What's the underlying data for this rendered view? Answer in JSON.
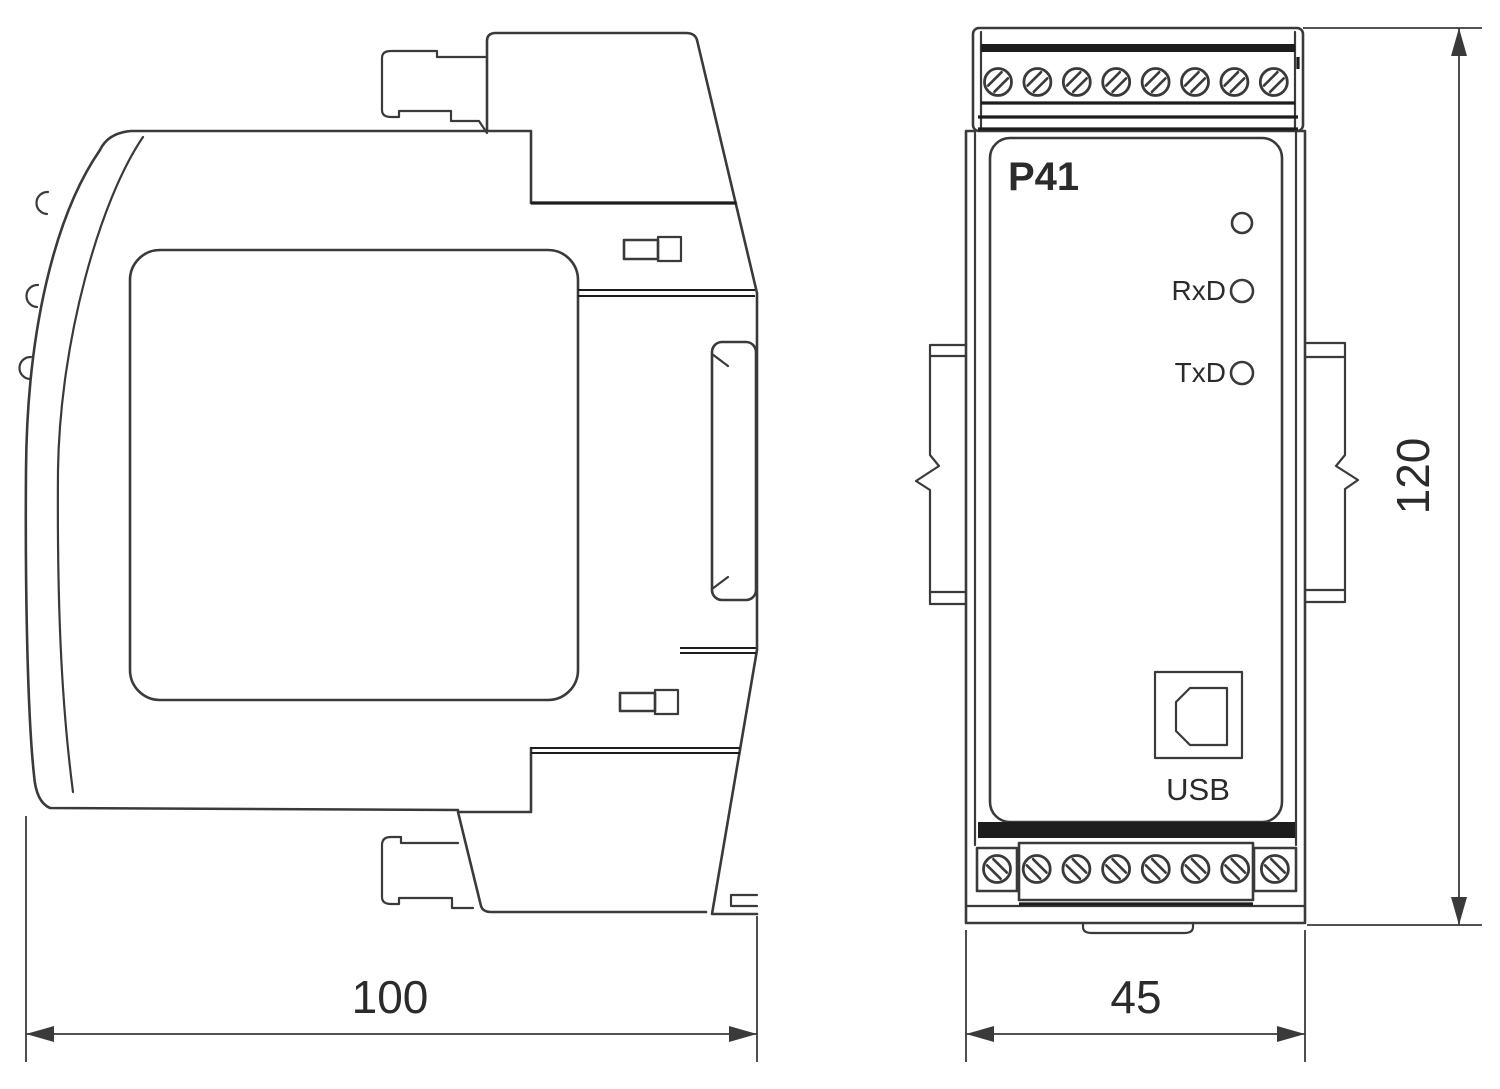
{
  "front_view": {
    "model_label": "P41",
    "leds": [
      {
        "label": ""
      },
      {
        "label": "RxD"
      },
      {
        "label": "TxD"
      }
    ],
    "usb_label": "USB",
    "top_terminal": {
      "screw_count": 8
    },
    "bottom_terminal": {
      "screw_count": 8
    }
  },
  "dimensions": {
    "side_view_width": "100",
    "front_view_width": "45",
    "height": "120"
  },
  "colors": {
    "line": "#3a3a3a",
    "dark_line": "#1d1d1d",
    "text": "#2b2b2b",
    "background": "#ffffff"
  }
}
